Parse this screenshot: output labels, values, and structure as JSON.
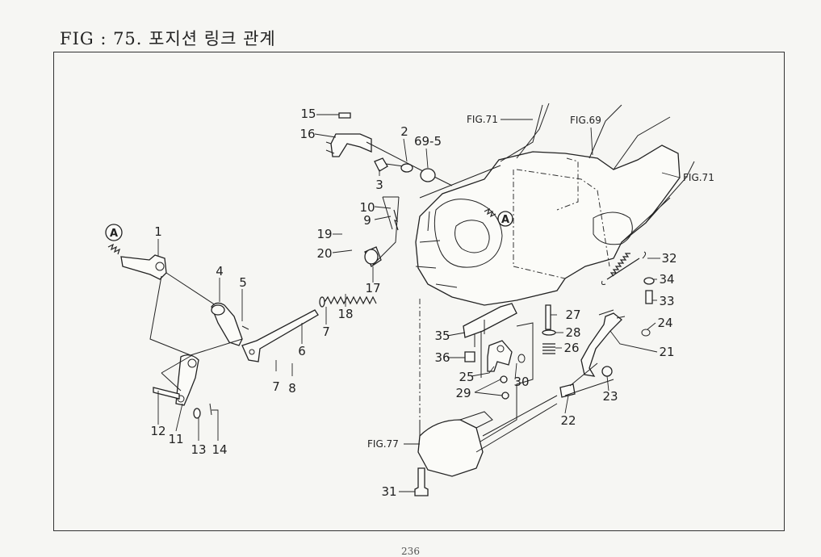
{
  "title": "FIG : 75. 포지션 링크 관계",
  "page_number": "236",
  "marker": "A",
  "parts": [
    "1",
    "2",
    "3",
    "4",
    "5",
    "6",
    "7",
    "7",
    "8",
    "9",
    "10",
    "11",
    "12",
    "13",
    "14",
    "15",
    "16",
    "17",
    "18",
    "19",
    "20",
    "21",
    "22",
    "23",
    "24",
    "25",
    "26",
    "27",
    "28",
    "29",
    "30",
    "31",
    "32",
    "33",
    "34",
    "35",
    "36"
  ],
  "special_labels": {
    "p69_5": "69-5"
  },
  "fig_refs": {
    "fig71_top": "FIG.71",
    "fig69": "FIG.69",
    "fig71_right": "FIG.71",
    "fig77": "FIG.77"
  }
}
